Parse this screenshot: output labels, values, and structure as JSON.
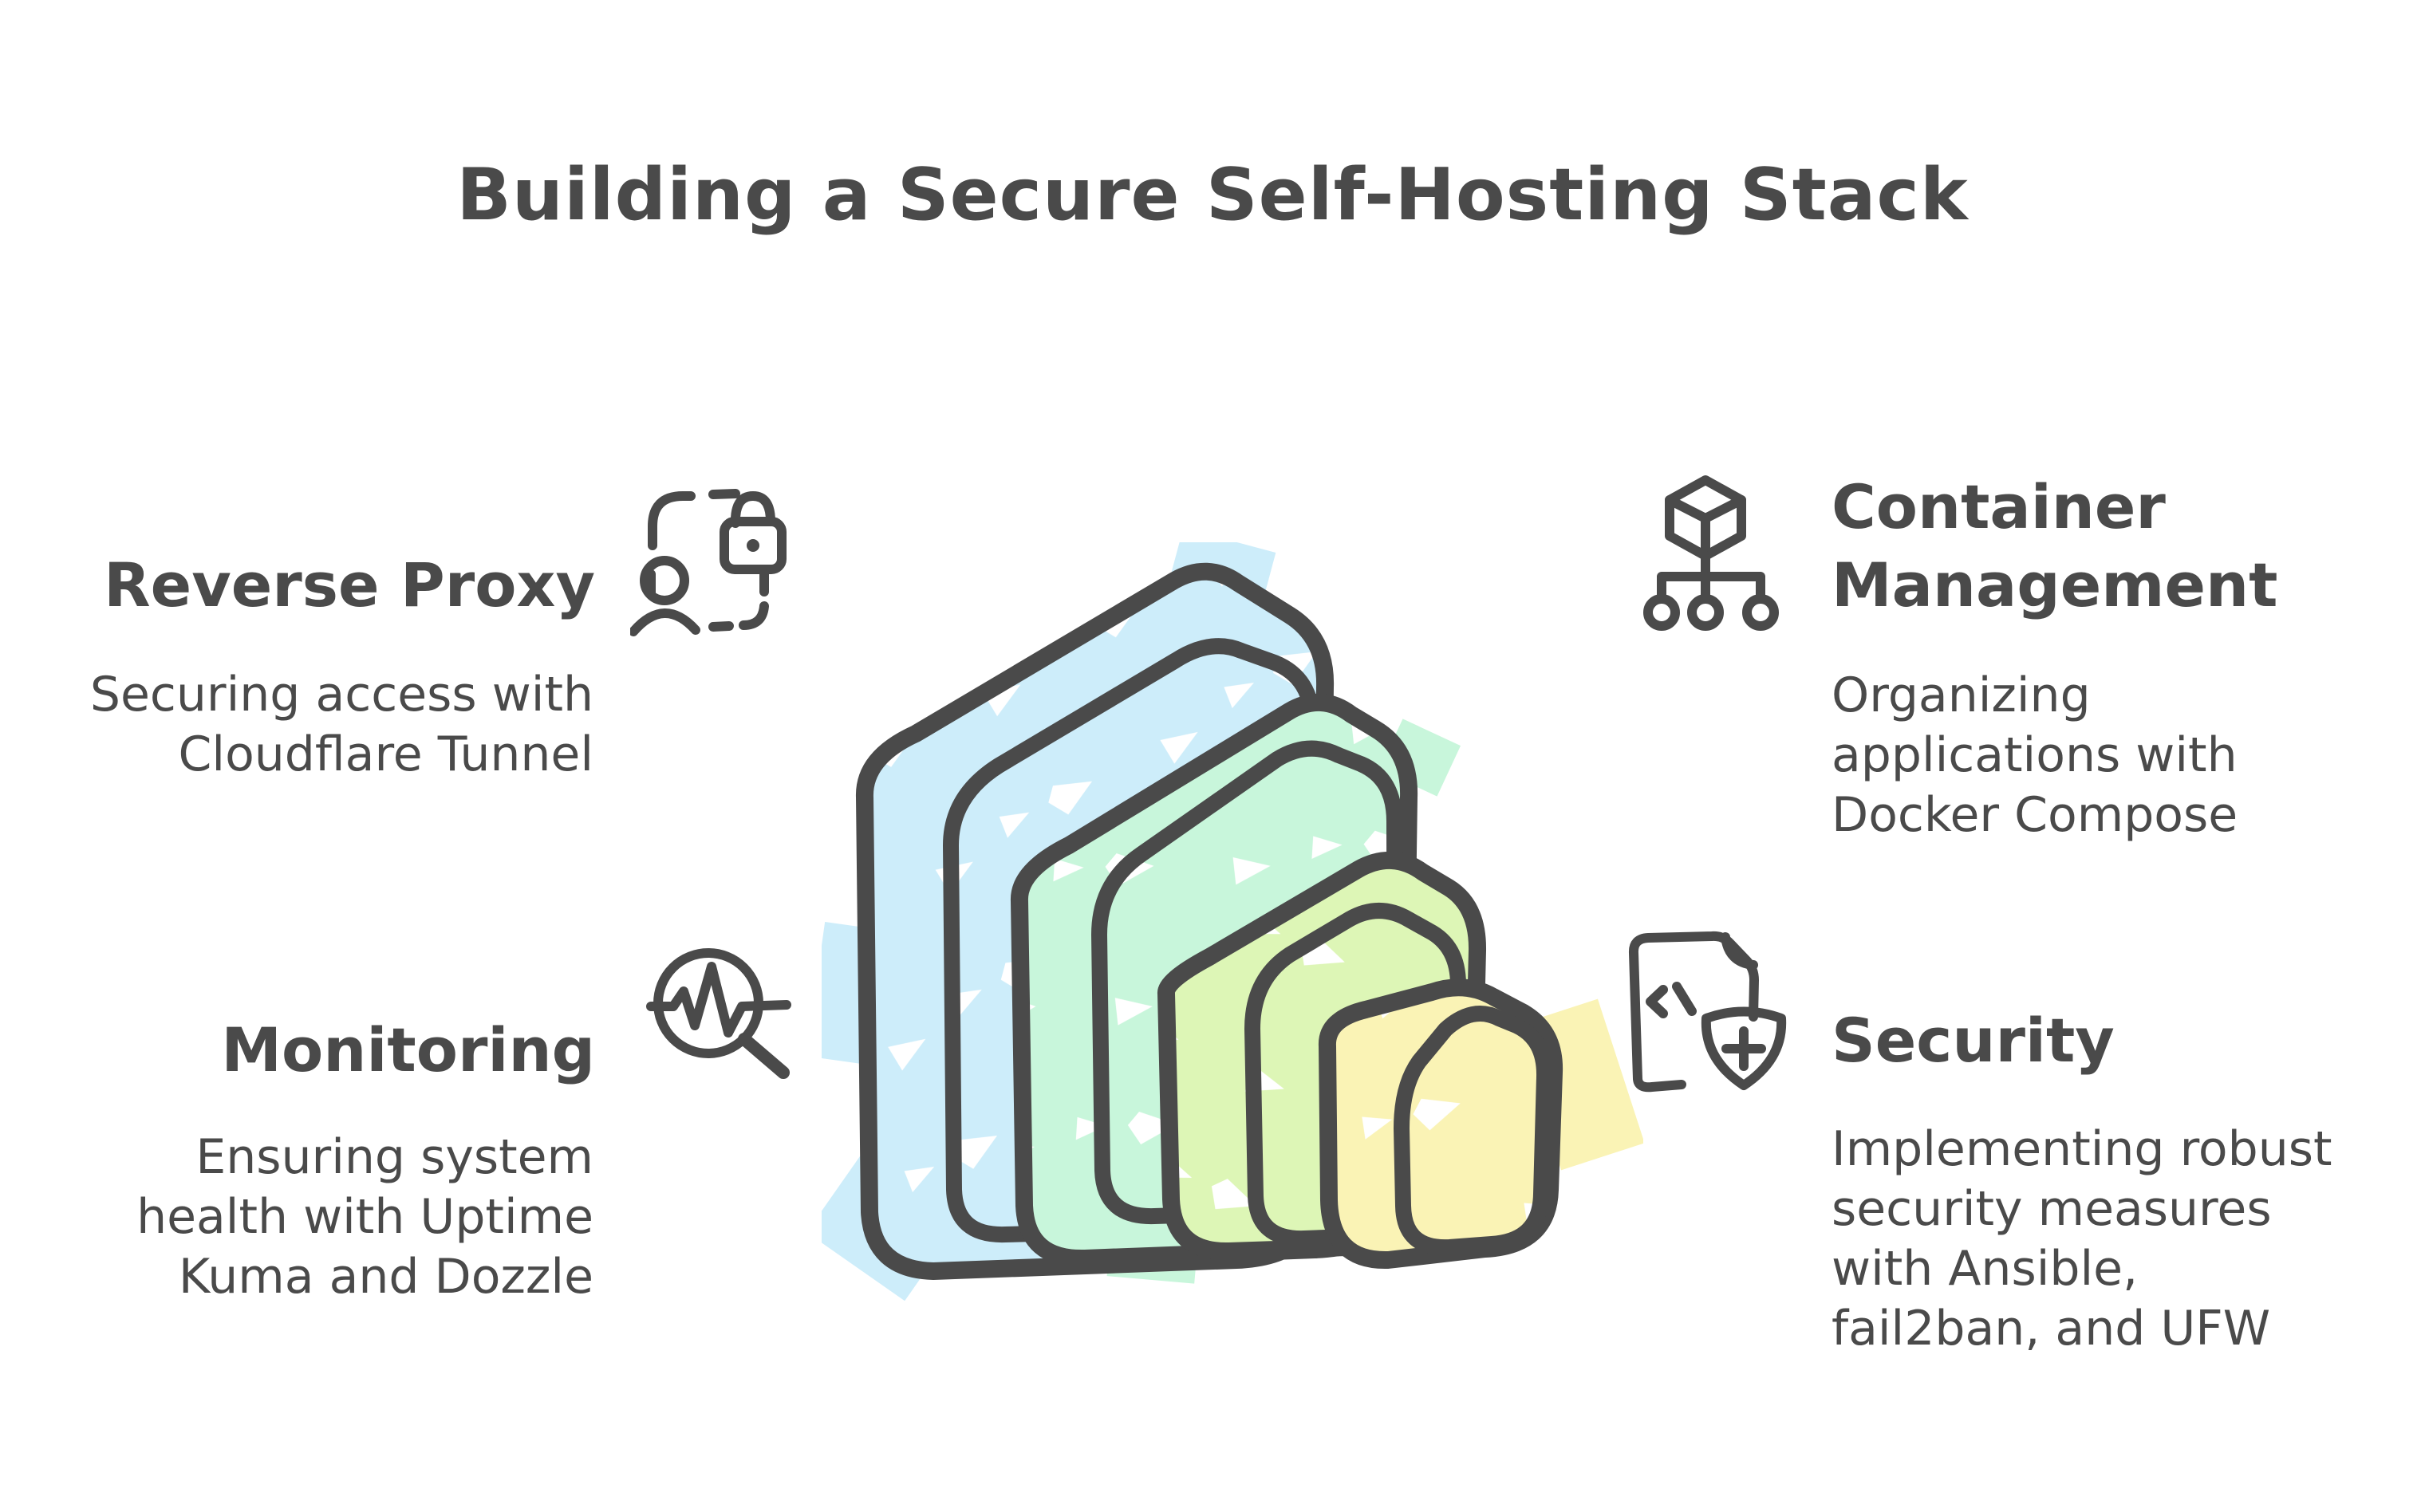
{
  "title": "Building a Secure Self-Hosting Stack",
  "colors": {
    "ink": "#4a4a4a",
    "background": "#ffffff",
    "tile_blue": "#cdedfa",
    "tile_mint": "#c8f6db",
    "tile_lime": "#ddf6b6",
    "tile_yellow": "#faf3b5"
  },
  "sections": [
    {
      "id": "reverse-proxy",
      "icon": "user-scan-lock-icon",
      "title": "Reverse Proxy",
      "title_lines": [
        "Reverse Proxy"
      ],
      "description": "Securing access with Cloudflare Tunnel",
      "desc_lines": [
        "Securing access with",
        "Cloudflare Tunnel"
      ]
    },
    {
      "id": "container-management",
      "icon": "cube-hierarchy-icon",
      "title": "Container Management",
      "title_lines": [
        "Container",
        "Management"
      ],
      "description": "Organizing applications with Docker Compose",
      "desc_lines": [
        "Organizing",
        "applications with",
        "Docker Compose"
      ]
    },
    {
      "id": "monitoring",
      "icon": "magnifier-pulse-icon",
      "title": "Monitoring",
      "title_lines": [
        "Monitoring"
      ],
      "description": "Ensuring system health with Uptime Kuma and Dozzle",
      "desc_lines": [
        "Ensuring system",
        "health with Uptime",
        "Kuma and Dozzle"
      ]
    },
    {
      "id": "security",
      "icon": "document-code-shield-icon",
      "title": "Security",
      "title_lines": [
        "Security"
      ],
      "description": "Implementing robust security measures with Ansible, fail2ban, and UFW",
      "desc_lines": [
        "Implementing robust",
        "security measures",
        "with Ansible,",
        "fail2ban, and UFW"
      ]
    }
  ],
  "illustration": {
    "type": "stacked-rounded-tiles",
    "description_of_visual": "Four hand-drawn 3D rounded square tiles in a descending row",
    "tiles": [
      {
        "name": "tile-1-largest",
        "color": "#cdedfa"
      },
      {
        "name": "tile-2",
        "color": "#c8f6db"
      },
      {
        "name": "tile-3",
        "color": "#ddf6b6"
      },
      {
        "name": "tile-4-smallest",
        "color": "#faf3b5"
      }
    ]
  }
}
